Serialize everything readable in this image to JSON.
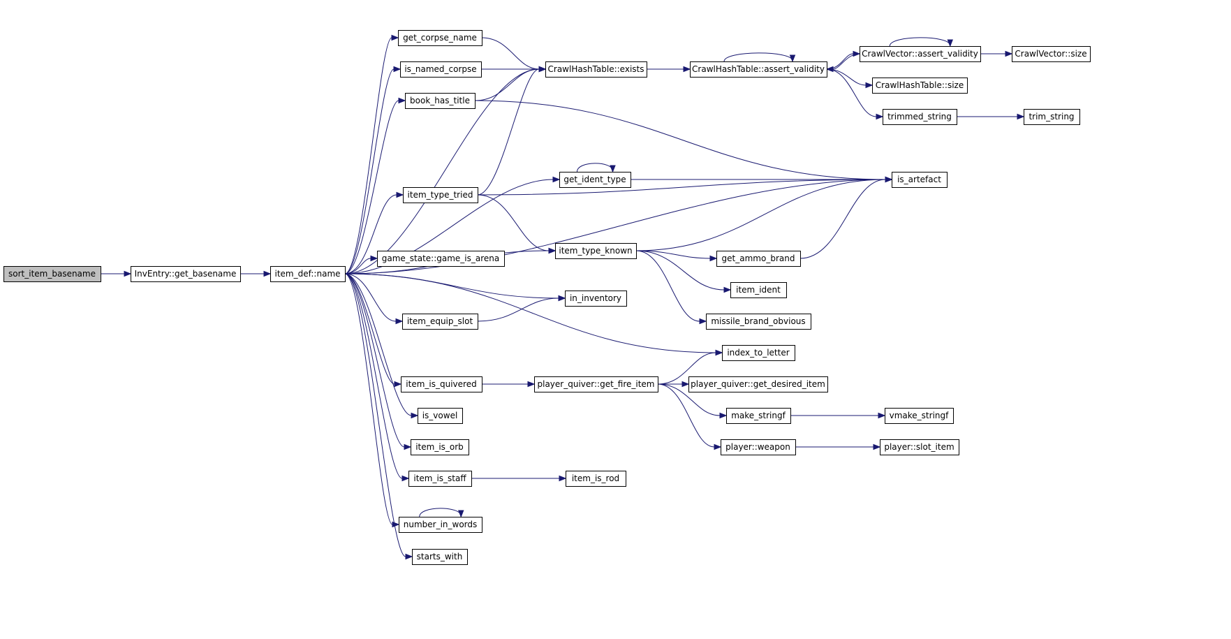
{
  "nodes": [
    {
      "id": "sort_item_basename",
      "label": "sort_item_basename",
      "root": true
    },
    {
      "id": "get_basename",
      "label": "InvEntry::get_basename"
    },
    {
      "id": "item_name",
      "label": "item_def::name"
    },
    {
      "id": "get_corpse_name",
      "label": "get_corpse_name"
    },
    {
      "id": "is_named_corpse",
      "label": "is_named_corpse"
    },
    {
      "id": "book_has_title",
      "label": "book_has_title"
    },
    {
      "id": "ht_exists",
      "label": "CrawlHashTable::exists"
    },
    {
      "id": "ht_assert",
      "label": "CrawlHashTable::assert_validity"
    },
    {
      "id": "cv_assert",
      "label": "CrawlVector::assert_validity"
    },
    {
      "id": "cv_size",
      "label": "CrawlVector::size"
    },
    {
      "id": "ht_size",
      "label": "CrawlHashTable::size"
    },
    {
      "id": "trimmed_string",
      "label": "trimmed_string"
    },
    {
      "id": "trim_string",
      "label": "trim_string"
    },
    {
      "id": "get_ident_type",
      "label": "get_ident_type"
    },
    {
      "id": "is_artefact",
      "label": "is_artefact"
    },
    {
      "id": "item_type_tried",
      "label": "item_type_tried"
    },
    {
      "id": "item_type_known",
      "label": "item_type_known"
    },
    {
      "id": "game_is_arena",
      "label": "game_state::game_is_arena"
    },
    {
      "id": "get_ammo_brand",
      "label": "get_ammo_brand"
    },
    {
      "id": "item_ident",
      "label": "item_ident"
    },
    {
      "id": "in_inventory",
      "label": "in_inventory"
    },
    {
      "id": "item_equip_slot",
      "label": "item_equip_slot"
    },
    {
      "id": "missile_brand_obvious",
      "label": "missile_brand_obvious"
    },
    {
      "id": "index_to_letter",
      "label": "index_to_letter"
    },
    {
      "id": "item_is_quivered",
      "label": "item_is_quivered"
    },
    {
      "id": "get_fire_item",
      "label": "player_quiver::get_fire_item"
    },
    {
      "id": "get_desired_item",
      "label": "player_quiver::get_desired_item"
    },
    {
      "id": "make_stringf",
      "label": "make_stringf"
    },
    {
      "id": "vmake_stringf",
      "label": "vmake_stringf"
    },
    {
      "id": "is_vowel",
      "label": "is_vowel"
    },
    {
      "id": "player_weapon",
      "label": "player::weapon"
    },
    {
      "id": "slot_item",
      "label": "player::slot_item"
    },
    {
      "id": "item_is_orb",
      "label": "item_is_orb"
    },
    {
      "id": "item_is_staff",
      "label": "item_is_staff"
    },
    {
      "id": "item_is_rod",
      "label": "item_is_rod"
    },
    {
      "id": "number_in_words",
      "label": "number_in_words"
    },
    {
      "id": "starts_with",
      "label": "starts_with"
    }
  ],
  "edges": [
    [
      "sort_item_basename",
      "get_basename"
    ],
    [
      "get_basename",
      "item_name"
    ],
    [
      "item_name",
      "ht_exists"
    ],
    [
      "item_name",
      "get_corpse_name"
    ],
    [
      "item_name",
      "is_named_corpse"
    ],
    [
      "item_name",
      "book_has_title"
    ],
    [
      "item_name",
      "is_artefact"
    ],
    [
      "item_name",
      "get_ident_type"
    ],
    [
      "item_name",
      "item_type_tried"
    ],
    [
      "item_name",
      "item_type_known"
    ],
    [
      "item_name",
      "game_is_arena"
    ],
    [
      "item_name",
      "in_inventory"
    ],
    [
      "item_name",
      "item_equip_slot"
    ],
    [
      "item_name",
      "index_to_letter"
    ],
    [
      "item_name",
      "item_is_quivered"
    ],
    [
      "item_name",
      "is_vowel"
    ],
    [
      "item_name",
      "item_is_orb"
    ],
    [
      "item_name",
      "item_is_staff"
    ],
    [
      "item_name",
      "number_in_words"
    ],
    [
      "item_name",
      "starts_with"
    ],
    [
      "get_corpse_name",
      "ht_exists"
    ],
    [
      "is_named_corpse",
      "ht_exists"
    ],
    [
      "book_has_title",
      "ht_exists"
    ],
    [
      "book_has_title",
      "is_artefact"
    ],
    [
      "ht_exists",
      "ht_assert"
    ],
    [
      "ht_assert",
      "ht_assert"
    ],
    [
      "ht_assert",
      "cv_assert"
    ],
    [
      "ht_assert",
      "ht_size"
    ],
    [
      "ht_assert",
      "trimmed_string"
    ],
    [
      "cv_assert",
      "ht_assert"
    ],
    [
      "cv_assert",
      "cv_assert"
    ],
    [
      "cv_assert",
      "cv_size"
    ],
    [
      "trimmed_string",
      "trim_string"
    ],
    [
      "get_ident_type",
      "get_ident_type"
    ],
    [
      "get_ident_type",
      "is_artefact"
    ],
    [
      "item_type_tried",
      "ht_exists"
    ],
    [
      "item_type_tried",
      "is_artefact"
    ],
    [
      "item_type_tried",
      "item_type_known"
    ],
    [
      "item_type_known",
      "is_artefact"
    ],
    [
      "item_type_known",
      "get_ammo_brand"
    ],
    [
      "item_type_known",
      "item_ident"
    ],
    [
      "item_type_known",
      "missile_brand_obvious"
    ],
    [
      "get_ammo_brand",
      "is_artefact"
    ],
    [
      "item_equip_slot",
      "in_inventory"
    ],
    [
      "item_is_quivered",
      "get_fire_item"
    ],
    [
      "get_fire_item",
      "index_to_letter"
    ],
    [
      "get_fire_item",
      "get_desired_item"
    ],
    [
      "get_fire_item",
      "make_stringf"
    ],
    [
      "get_fire_item",
      "player_weapon"
    ],
    [
      "make_stringf",
      "vmake_stringf"
    ],
    [
      "player_weapon",
      "slot_item"
    ],
    [
      "item_is_staff",
      "item_is_rod"
    ],
    [
      "number_in_words",
      "number_in_words"
    ]
  ],
  "colors": {
    "edge": "#191970",
    "root_fill": "#bfbfbf",
    "node_fill": "#ffffff"
  }
}
